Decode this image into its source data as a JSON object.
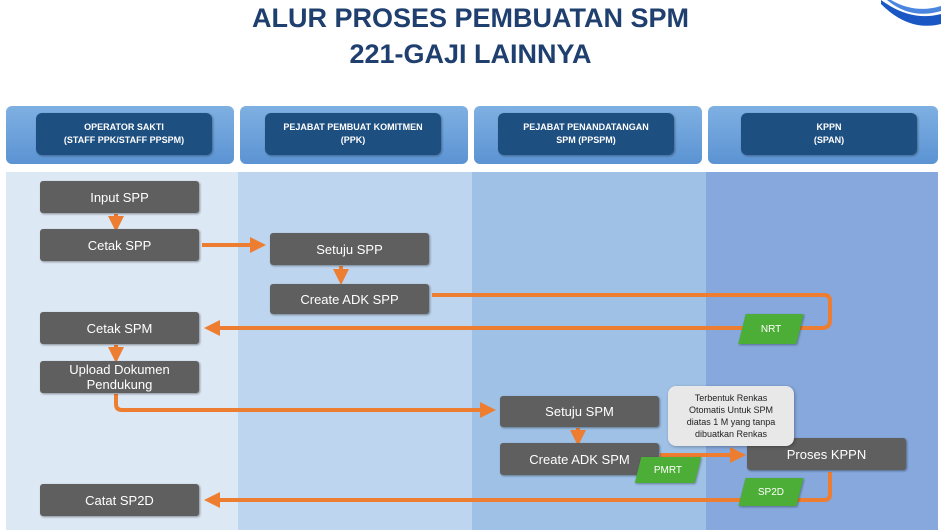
{
  "title": {
    "line1": "ALUR PROSES PEMBUATAN SPM",
    "line2": "221-GAJI LAINNYA"
  },
  "lanes": [
    {
      "label": "OPERATOR SAKTI\n(STAFF PPK/STAFF PPSPM)"
    },
    {
      "label": "PEJABAT PEMBUAT KOMITMEN\n(PPK)"
    },
    {
      "label": "PEJABAT PENANDATANGAN\nSPM (PPSPM)"
    },
    {
      "label": "KPPN\n(SPAN)"
    }
  ],
  "steps": {
    "input_spp": "Input SPP",
    "cetak_spp": "Cetak SPP",
    "setuju_spp": "Setuju SPP",
    "create_adk_spp": "Create ADK SPP",
    "cetak_spm": "Cetak SPM",
    "upload_dokumen": "Upload Dokumen\nPendukung",
    "setuju_spm": "Setuju SPM",
    "create_adk_spm": "Create ADK SPM",
    "proses_kppn": "Proses KPPN",
    "catat_sp2d": "Catat SP2D"
  },
  "documents": {
    "nrt": "NRT",
    "pmrt": "PMRT",
    "sp2d": "SP2D"
  },
  "note": "Terbentuk Renkas\nOtomatis Untuk SPM\ndiatas 1 M yang tanpa\ndibuatkan Renkas",
  "colors": {
    "title": "#1f3f6e",
    "arrow": "#ed7d31",
    "step_box": "#5f5f5f",
    "doc_tag": "#4cae36",
    "header_label": "#1d4f80"
  }
}
